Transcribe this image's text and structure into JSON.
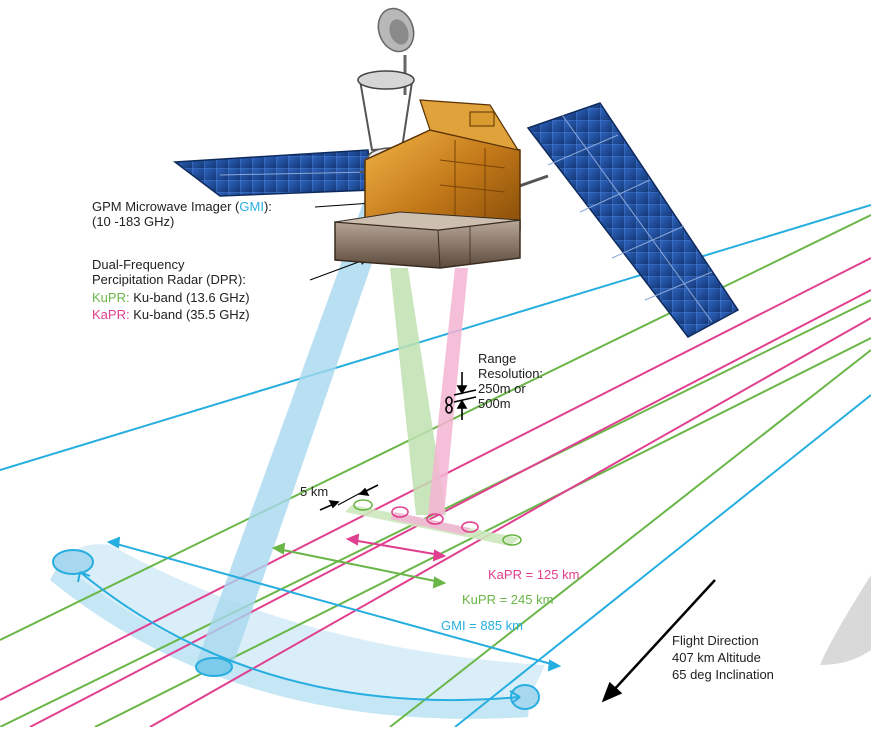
{
  "colors": {
    "gmi": "#27aee0",
    "kupr": "#6ab648",
    "kapr": "#e0408f",
    "text": "#222222",
    "gold": "#c8861c",
    "solar_panel": "#1d4c9c"
  },
  "labels": {
    "gmi_title_prefix": "GPM Microwave Imager (",
    "gmi_title_abbr": "GMI",
    "gmi_title_suffix": "):",
    "gmi_range": "(10 -183 GHz)",
    "dpr_line1": "Dual-Frequency",
    "dpr_line2": "Percipitation Radar (DPR):",
    "kupr_prefix": "KuPR:",
    "kupr_text": " Ku-band (13.6 GHz)",
    "kapr_prefix": "KaPR:",
    "kapr_text": " Ku-band (35.5 GHz)",
    "range_line1": "Range",
    "range_line2": "Resolution:",
    "range_line3": "250m or",
    "range_line4": "500m",
    "five_km": "5 km",
    "kapr_swath": "KaPR = 125 km",
    "kupr_swath": "KuPR = 245 km",
    "gmi_swath": "GMI = 885 km",
    "flight_line1": "Flight Direction",
    "flight_line2": "407 km Altitude",
    "flight_line3": "65 deg Inclination"
  }
}
